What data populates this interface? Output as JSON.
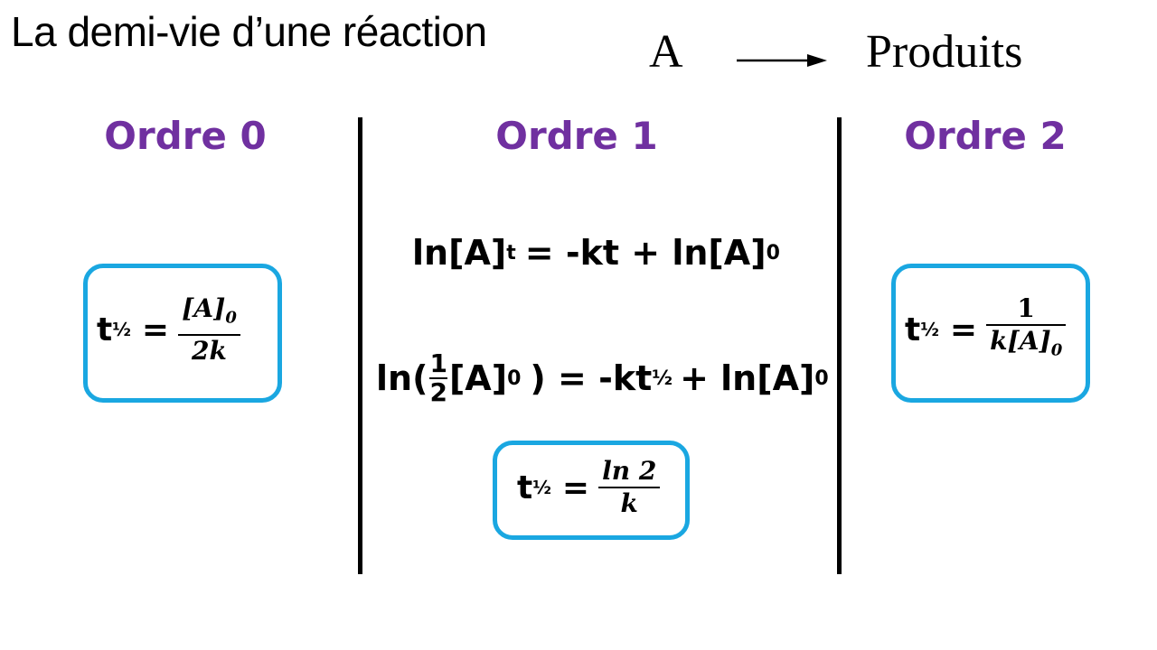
{
  "title": "La demi-vie d’une réaction",
  "reaction": {
    "reactant": "A",
    "product": "Produits"
  },
  "columns": [
    {
      "heading": "Ordre 0"
    },
    {
      "heading": "Ordre 1"
    },
    {
      "heading": "Ordre 2"
    }
  ],
  "eq_common": {
    "t": "t",
    "half": "½",
    "equals": "="
  },
  "order0": {
    "numerator": "[A]",
    "num_sub": "0",
    "denominator": "2k"
  },
  "order1": {
    "line1": {
      "lhs": "ln[A]",
      "lhs_sub": "t",
      "rhs": "= -kt + ln[A]",
      "rhs_sub": "0"
    },
    "line2": {
      "prefix": "ln(",
      "frac_num": "1",
      "frac_den": "2",
      "mid": "[A]",
      "mid_sub": "0",
      "mid2": ") = -kt",
      "half": "½",
      "rhs": " + ln[A]",
      "rhs_sub": "0"
    },
    "result": {
      "numerator": "ln 2",
      "denominator": "k"
    }
  },
  "order2": {
    "numerator": "1",
    "denominator": "k[A]",
    "den_sub": "0"
  },
  "colors": {
    "heading": "#7030a0",
    "box_border": "#1aa7e1",
    "text": "#000000"
  }
}
